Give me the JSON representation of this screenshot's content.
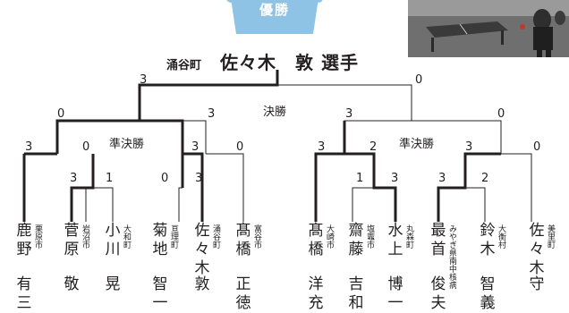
{
  "header": {
    "badge_label": "優勝",
    "winner_town": "涌谷町",
    "winner_name": "佐々木　敦 選手"
  },
  "rounds": {
    "final": "決勝",
    "semifinal_left": "準決勝",
    "semifinal_right": "準決勝"
  },
  "scores": {
    "final_left": "3",
    "final_right": "0",
    "sf_left_a": "0",
    "sf_left_b": "3",
    "sf_right_a": "3",
    "sf_right_b": "0",
    "q1_a": "3",
    "q1_b": "0",
    "q2_a": "0",
    "q2_b": "3",
    "q3_a": "3",
    "q3_b": "2",
    "q4_a": "3",
    "q4_b": "0",
    "r1_a": "3",
    "r1_b": "1",
    "r2_a": "0",
    "r2_b": "3",
    "r3_a": "1",
    "r3_b": "3",
    "r4_a": "3",
    "r4_b": "2"
  },
  "players": [
    {
      "surname": "鹿野",
      "given": "有三",
      "affiliation": "栗原市"
    },
    {
      "surname": "菅原",
      "given": "敬",
      "affiliation": "岩沼市"
    },
    {
      "surname": "小川",
      "given": "晃",
      "affiliation": "大和町"
    },
    {
      "surname": "菊地",
      "given": "智一",
      "affiliation": "亘理町"
    },
    {
      "surname": "佐々木",
      "given": "敦",
      "affiliation": "涌谷町"
    },
    {
      "surname": "髙橋",
      "given": "正徳",
      "affiliation": "富谷市"
    },
    {
      "surname": "髙橋",
      "given": "洋充",
      "affiliation": "大崎市"
    },
    {
      "surname": "齋藤",
      "given": "吉和",
      "affiliation": "塩竈市"
    },
    {
      "surname": "水上",
      "given": "博一",
      "affiliation": "丸森町"
    },
    {
      "surname": "最首",
      "given": "俊夫",
      "affiliation": "みやぎ県南中核病院企業団"
    },
    {
      "surname": "鈴木",
      "given": "智義",
      "affiliation": "大衡村"
    },
    {
      "surname": "佐々木",
      "given": "守",
      "affiliation": "美里町"
    }
  ],
  "colors": {
    "badge": "#8ec3e6",
    "line": "#231f20",
    "photo": "#6a6a6a"
  }
}
